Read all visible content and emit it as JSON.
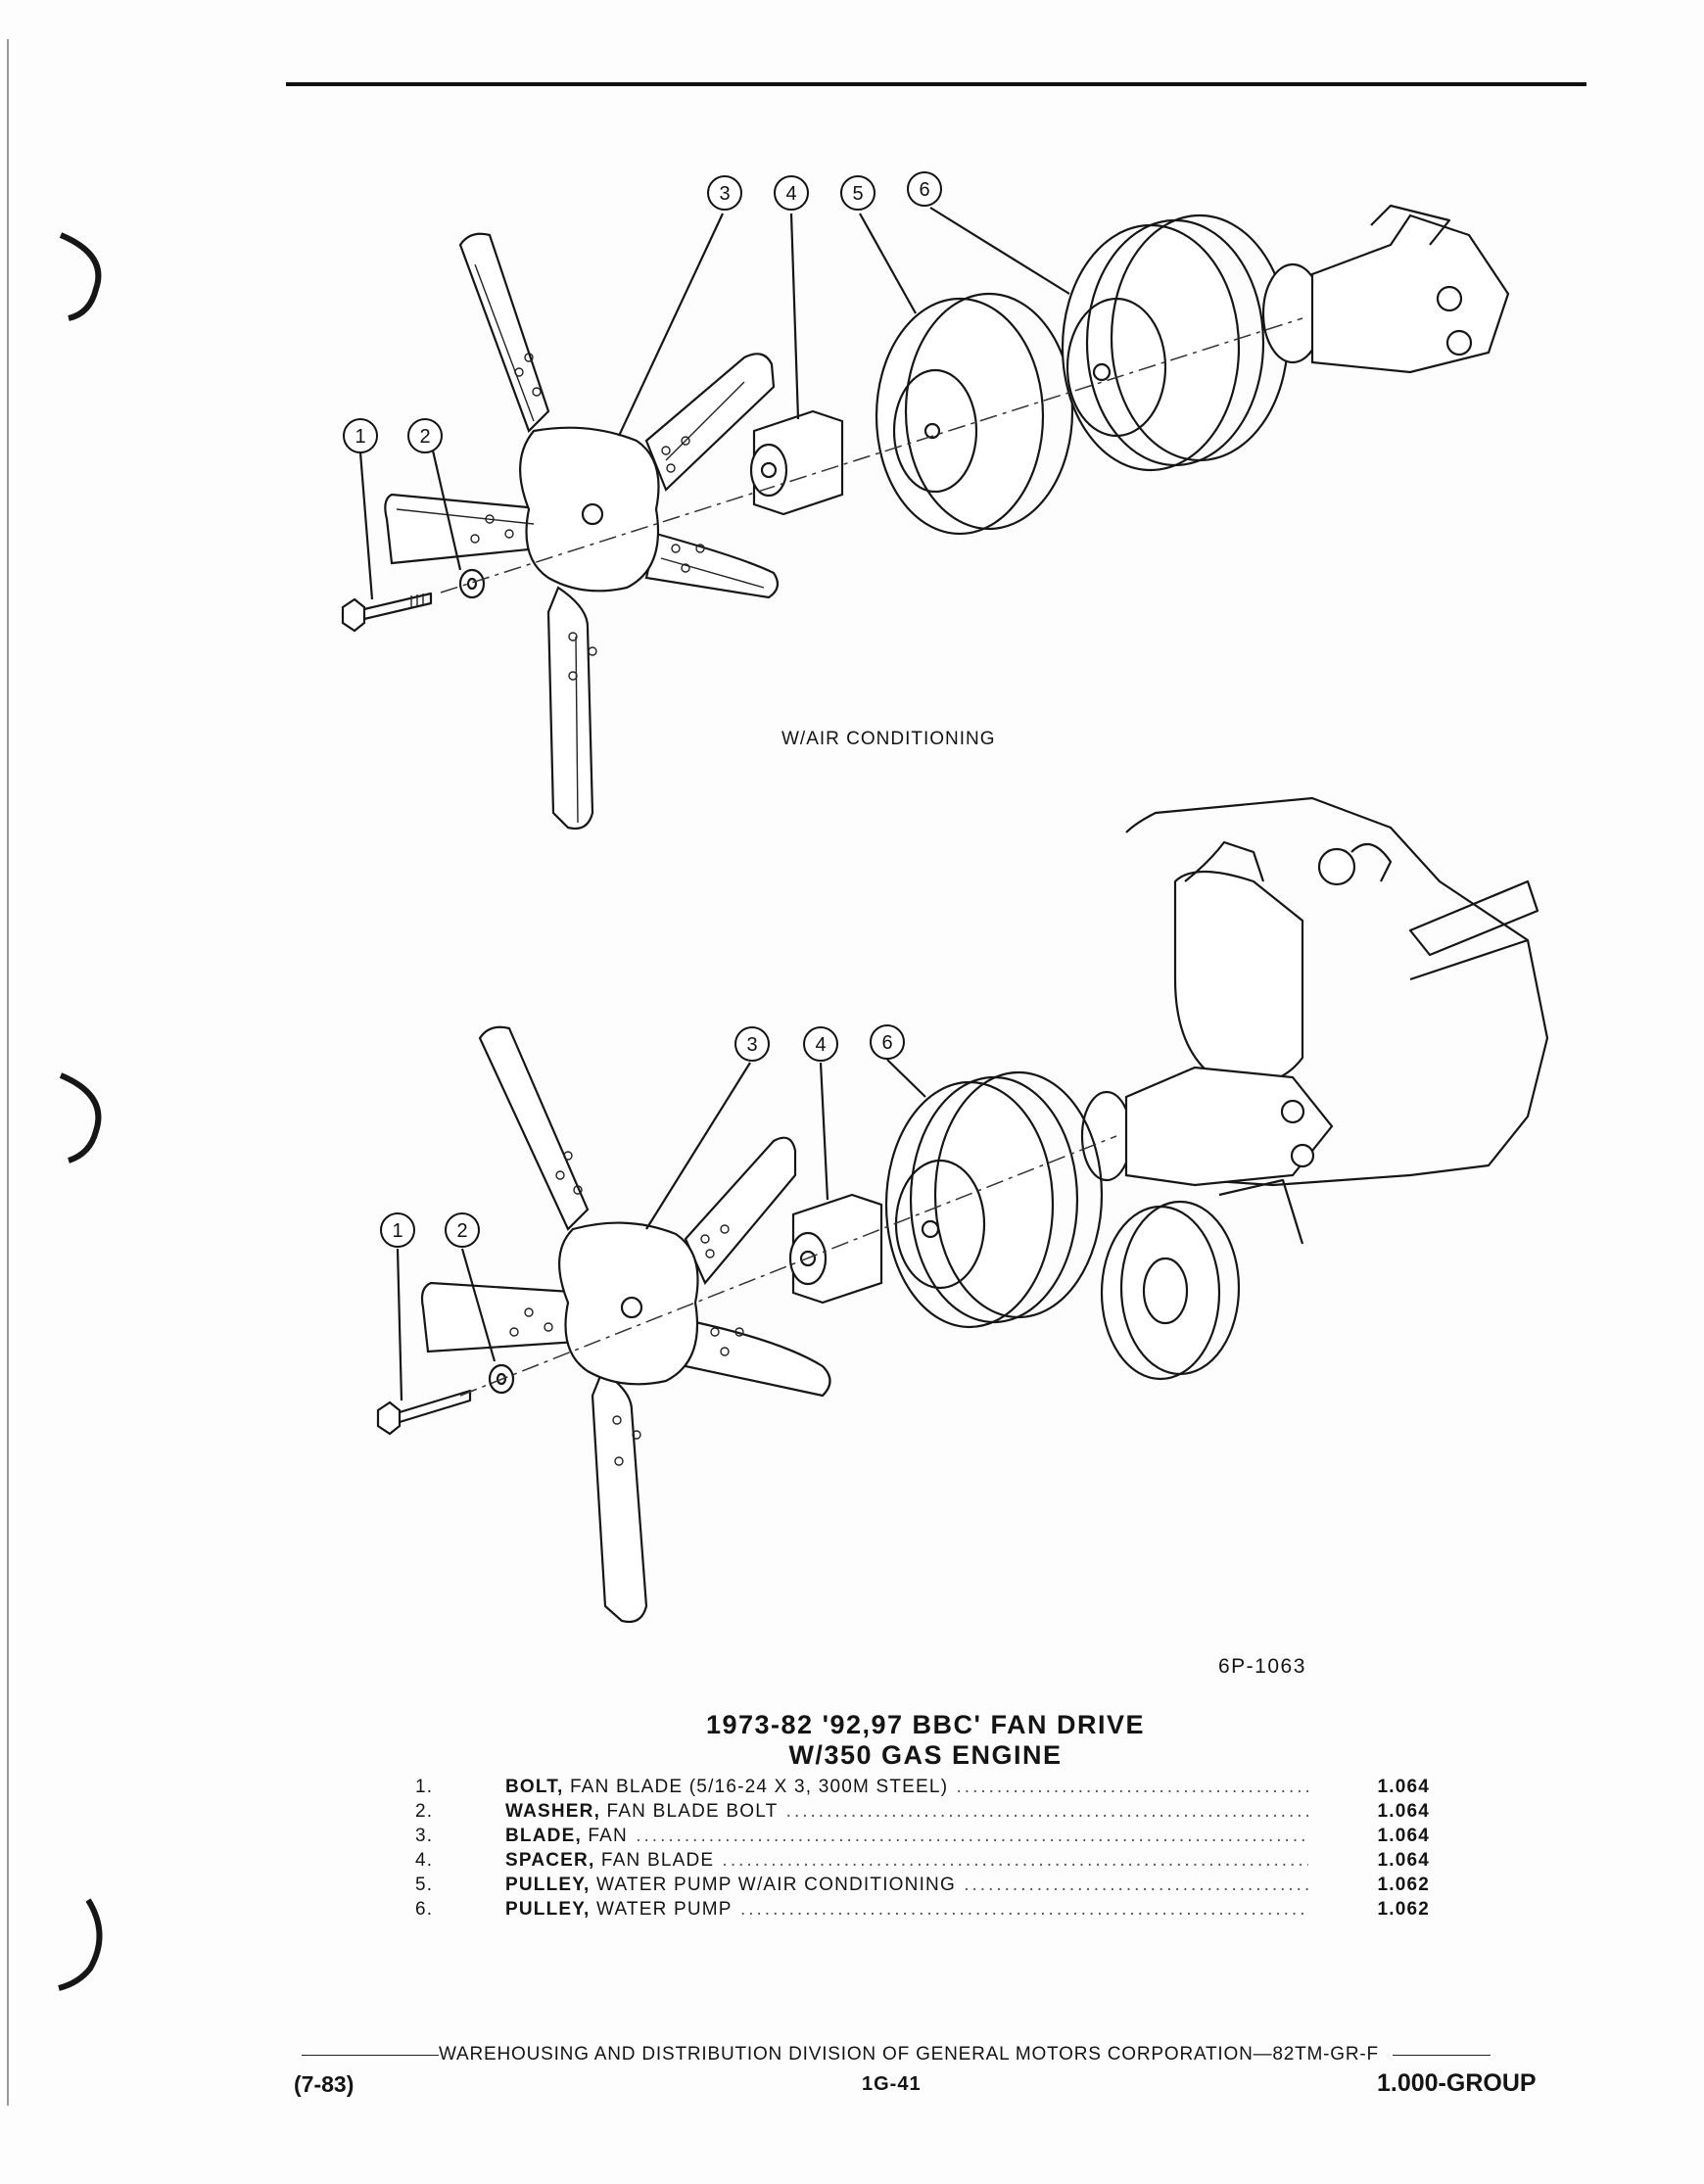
{
  "figure": {
    "upper_label": "W/AIR CONDITIONING",
    "ref_code": "6P-1063",
    "callouts_upper": [
      "1",
      "2",
      "3",
      "4",
      "5",
      "6"
    ],
    "callouts_lower": [
      "1",
      "2",
      "3",
      "4",
      "6"
    ]
  },
  "title": {
    "line1": "1973-82 '92,97 BBC' FAN DRIVE",
    "line2": "W/350 GAS ENGINE"
  },
  "parts": [
    {
      "num": "1.",
      "name": "BOLT,",
      "desc": " FAN BLADE (5/16-24 X 3, 300M STEEL)",
      "page": "1.064"
    },
    {
      "num": "2.",
      "name": "WASHER,",
      "desc": " FAN BLADE BOLT",
      "page": "1.064"
    },
    {
      "num": "3.",
      "name": "BLADE,",
      "desc": " FAN",
      "page": "1.064"
    },
    {
      "num": "4.",
      "name": "SPACER,",
      "desc": " FAN BLADE",
      "page": "1.064"
    },
    {
      "num": "5.",
      "name": "PULLEY,",
      "desc": " WATER PUMP W/AIR CONDITIONING",
      "page": "1.062"
    },
    {
      "num": "6.",
      "name": "PULLEY,",
      "desc": " WATER PUMP",
      "page": "1.062"
    }
  ],
  "footer": {
    "center_text": "WAREHOUSING AND DISTRIBUTION  DIVISION OF GENERAL MOTORS CORPORATION—82TM-GR-F",
    "date": "(7-83)",
    "page": "1G-41",
    "group": "1.000-GROUP"
  }
}
